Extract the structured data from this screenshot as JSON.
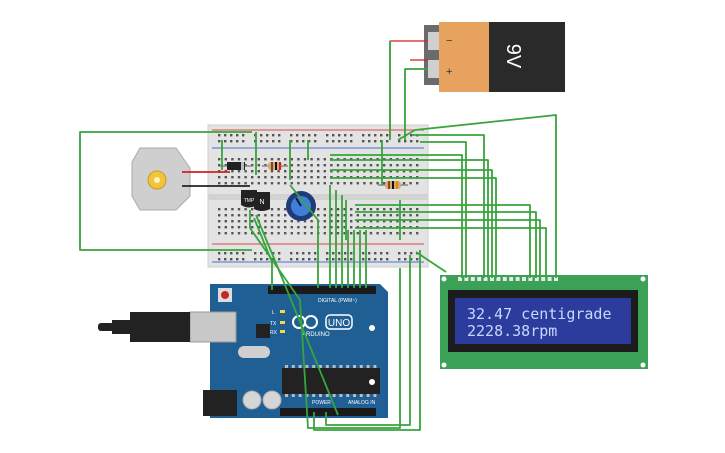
{
  "battery": {
    "label": "9V",
    "minus_sign": "−",
    "plus_sign": "+"
  },
  "lcd": {
    "line1": "32.47 centigrade",
    "line2": "2228.38rpm",
    "backlight_color": "#2b3c9c",
    "text_color": "#c9d6ff",
    "board_color": "#3aa157"
  },
  "arduino": {
    "logo_text": "UNO",
    "brand_text": "ARDUINO",
    "digital_label": "DIGITAL (PWM~)",
    "power_label": "POWER",
    "analog_label": "ANALOG IN",
    "led_labels": [
      "L",
      "TX",
      "RX"
    ],
    "board_color": "#1f5f94"
  },
  "components": {
    "sensor_label": "TMP",
    "transistor_label": "N"
  },
  "colors": {
    "wire_green": "#37a43c",
    "wire_red": "#d21f1f",
    "wire_black": "#222222",
    "breadboard": "#e2e2e2",
    "rail_red": "#d44a4a",
    "rail_blue": "#4a6fd4"
  }
}
